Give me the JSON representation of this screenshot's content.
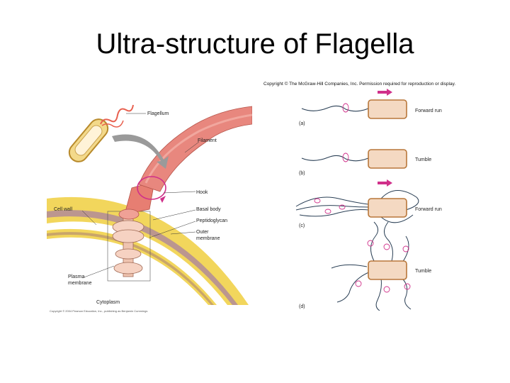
{
  "slide": {
    "title": "Ultra-structure of Flagella"
  },
  "left_figure": {
    "labels": {
      "flagellum": "Flagellum",
      "filament": "Filament",
      "hook": "Hook",
      "cell_wall": "Cell wall",
      "basal_body": "Basal body",
      "peptidoglycan": "Peptidoglycan",
      "outer_membrane_1": "Outer",
      "outer_membrane_2": "membrane",
      "plasma_membrane_1": "Plasma",
      "plasma_membrane_2": "membrane",
      "cytoplasm": "Cytoplasm"
    },
    "credit": "Copyright © 2004 Pearson Education, Inc., publishing as Benjamin Cummings"
  },
  "right_figure": {
    "copyright": "Copyright © The McGraw-Hill Companies, Inc. Permission required for reproduction or display.",
    "panels": [
      {
        "letter": "(a)",
        "label": "Forward run"
      },
      {
        "letter": "(b)",
        "label": "Tumble"
      },
      {
        "letter": "(c)",
        "label": "Forward run"
      },
      {
        "letter": "(d)",
        "label": "Tumble"
      }
    ]
  },
  "colors": {
    "arrow": "#d0308a",
    "cell_fill": "#f4d9c2",
    "cell_outline": "#b8773a",
    "filament": "#e8877e",
    "membrane_yellow": "#f2d65c",
    "membrane_mauve": "#b58f95"
  }
}
